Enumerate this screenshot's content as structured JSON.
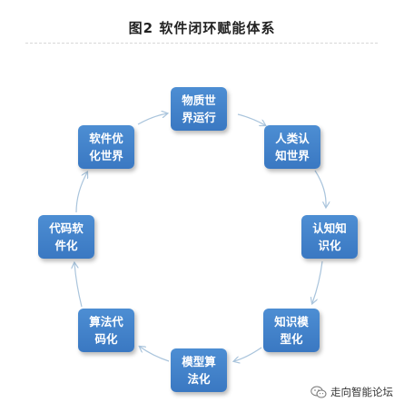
{
  "title": "图2  软件闭环赋能体系",
  "nodes": [
    {
      "line1": "物质世",
      "line2": "界运行"
    },
    {
      "line1": "人类认",
      "line2": "知世界"
    },
    {
      "line1": "认知知",
      "line2": "识化"
    },
    {
      "line1": "知识模",
      "line2": "型化"
    },
    {
      "line1": "模型算",
      "line2": "法化"
    },
    {
      "line1": "算法代",
      "line2": "码化"
    },
    {
      "line1": "代码软",
      "line2": "件化"
    },
    {
      "line1": "软件优",
      "line2": "化世界"
    }
  ],
  "watermark": {
    "text": "走向智能论坛",
    "icon": "wechat-icon"
  },
  "colors": {
    "node_fill": "#3f7fc6",
    "arrow": "#a9c4dc",
    "title": "#222222"
  }
}
